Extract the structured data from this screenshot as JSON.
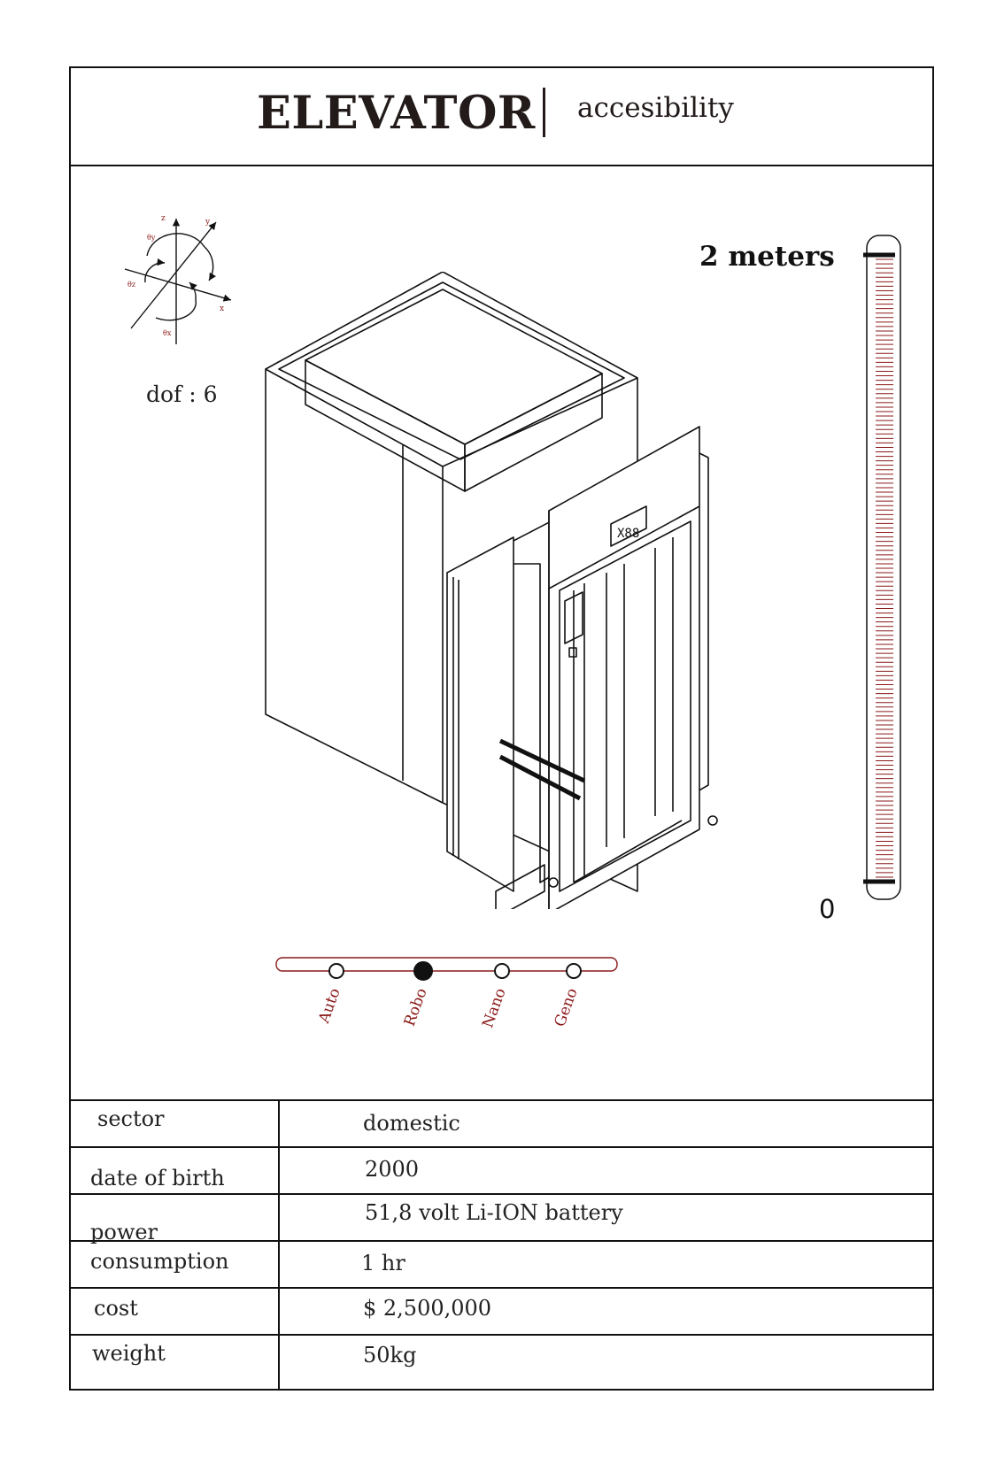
{
  "header": {
    "title": "ELEVATOR",
    "subtitle": "accesibility"
  },
  "axes": {
    "labels": [
      "z",
      "y",
      "x",
      "θy",
      "θz",
      "θx"
    ],
    "dof_label": "dof : 6"
  },
  "scale": {
    "top_label": "2 meters",
    "bottom_label": "0",
    "accent": "#8b1a1a"
  },
  "modes": {
    "options": [
      "Auto",
      "Robo",
      "Nano",
      "Geno"
    ],
    "selected": "Robo",
    "accent": "#8b1a1a"
  },
  "spec_table": {
    "rows": [
      {
        "key": "sector",
        "value": "domestic"
      },
      {
        "key": "date of birth",
        "value": "2000"
      },
      {
        "key": "power",
        "value": "51,8 volt Li-ION battery"
      },
      {
        "key": "consumption",
        "value": "1 hr"
      },
      {
        "key": "cost",
        "value": "$ 2,500,000"
      },
      {
        "key": "weight",
        "value": "50kg"
      }
    ]
  }
}
